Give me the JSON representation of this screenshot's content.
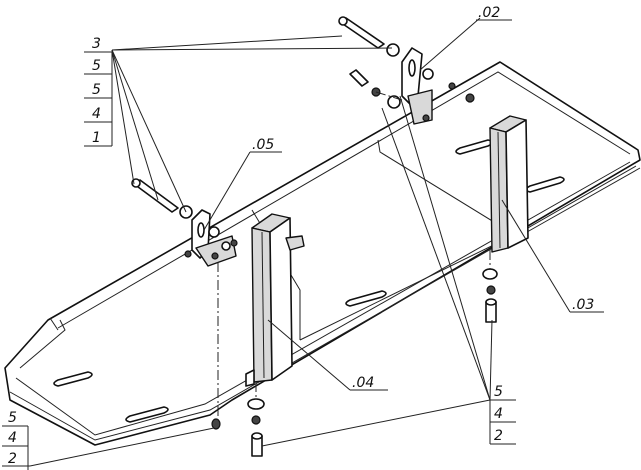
{
  "callouts": {
    "top_left_stack": [
      "3",
      "5",
      "5",
      "4",
      "1"
    ],
    "bottom_left_stack": [
      "5",
      "4",
      "2"
    ],
    "bottom_right_stack": [
      "5",
      "4",
      "2"
    ],
    "label_02": ".02",
    "label_05": ".05",
    "label_03": ".03",
    "label_04": ".04"
  }
}
